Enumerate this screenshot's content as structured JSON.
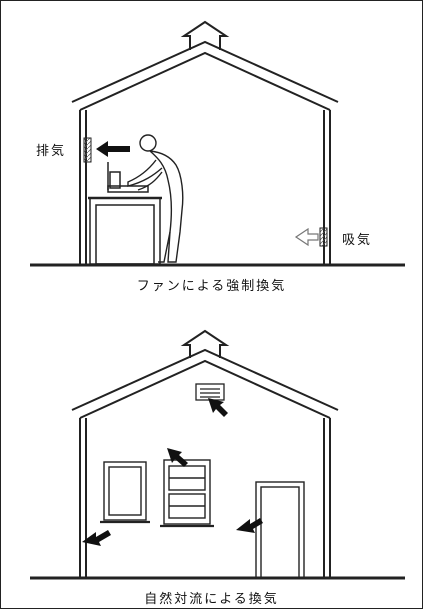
{
  "top_panel": {
    "exhaust_label": "排気",
    "intake_label": "吸気",
    "caption": "ファンによる強制換気"
  },
  "bottom_panel": {
    "caption": "自然対流による換気"
  },
  "colors": {
    "line": "#222222",
    "arrow": "#111111",
    "intake_arrow": "#999999",
    "background": "#ffffff"
  }
}
